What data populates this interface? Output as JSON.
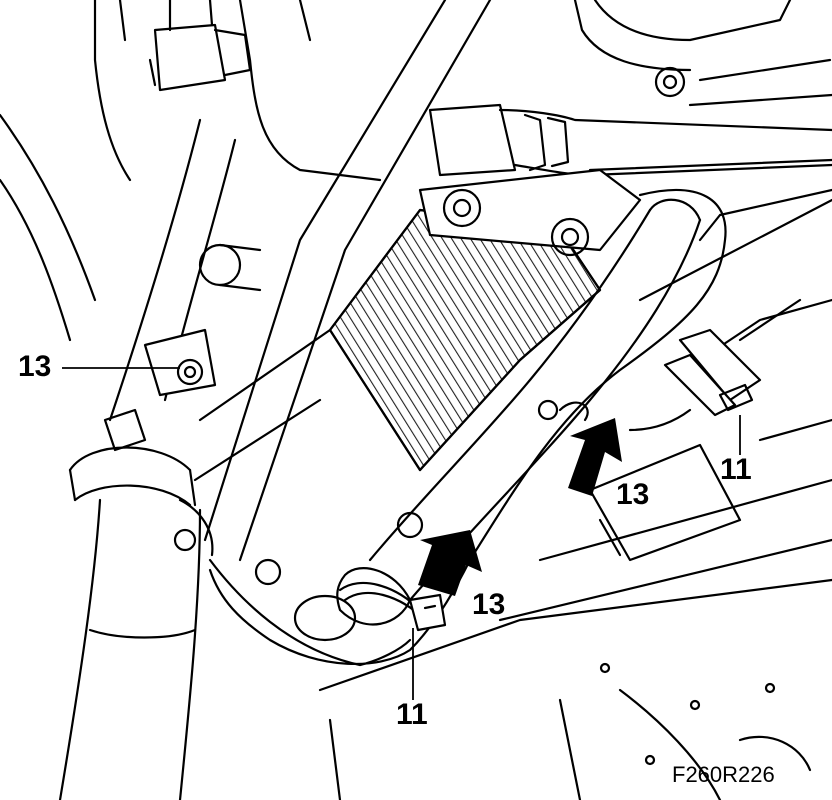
{
  "figure": {
    "reference": "F260R226"
  },
  "callouts": [
    {
      "label": "13"
    },
    {
      "label": "13"
    },
    {
      "label": "13"
    },
    {
      "label": "11"
    },
    {
      "label": "11"
    }
  ],
  "colors": {
    "line": "#000000",
    "background": "#ffffff",
    "fin_shade": "#222222"
  }
}
